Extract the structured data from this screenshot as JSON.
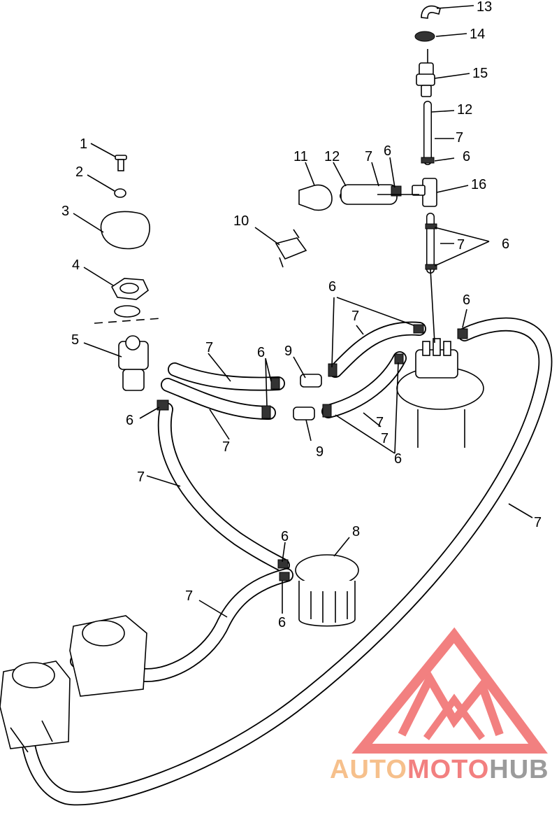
{
  "callouts": [
    "1",
    "2",
    "3",
    "4",
    "5",
    "6",
    "7",
    "8",
    "9",
    "10",
    "11",
    "12",
    "13",
    "14",
    "15",
    "16"
  ],
  "watermark": {
    "part1": "AUTO",
    "part2": "MOTO",
    "part3": "HUB",
    "color_orange": "#f5b678",
    "color_red": "#f06a6a",
    "color_gray": "#8a8a8a"
  }
}
